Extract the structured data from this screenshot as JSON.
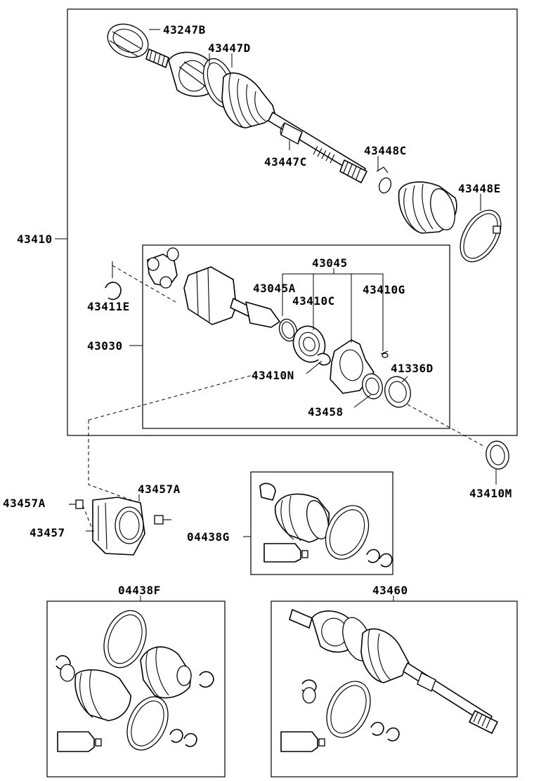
{
  "labels": {
    "p43410": "43410",
    "p43247B": "43247B",
    "p43447D": "43447D",
    "p43447C": "43447C",
    "p43448C": "43448C",
    "p43448E": "43448E",
    "p43411E": "43411E",
    "p43030": "43030",
    "p43045": "43045",
    "p43045A": "43045A",
    "p43410C": "43410C",
    "p43410G": "43410G",
    "p43410N": "43410N",
    "p41336D": "41336D",
    "p43458": "43458",
    "p43410M": "43410M",
    "p43457A_left": "43457A",
    "p43457A_right": "43457A",
    "p43457": "43457",
    "p04438G": "04438G",
    "p04438F": "04438F",
    "p43460": "43460"
  },
  "colors": {
    "line": "#000000",
    "background": "#ffffff"
  }
}
